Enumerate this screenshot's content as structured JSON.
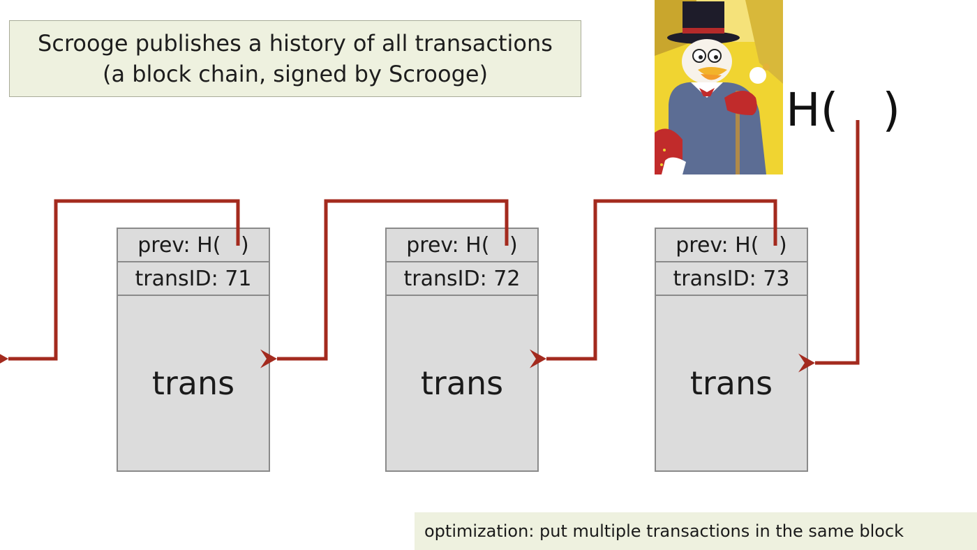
{
  "title": {
    "line1": "Scrooge publishes a history of all transactions",
    "line2": "(a block chain, signed by Scrooge)"
  },
  "head_pointer": {
    "label": "H(   )"
  },
  "blocks": [
    {
      "prev_label": "prev: H(   )",
      "trans_id": "transID: 71",
      "body": "trans"
    },
    {
      "prev_label": "prev: H(   )",
      "trans_id": "transID: 72",
      "body": "trans"
    },
    {
      "prev_label": "prev: H(   )",
      "trans_id": "transID: 73",
      "body": "trans"
    }
  ],
  "note": "optimization: put multiple transactions in the same block",
  "colors": {
    "arrow": "#a32a1e",
    "block_fill": "#dcdcdc",
    "label_box_fill": "#eef1df"
  }
}
